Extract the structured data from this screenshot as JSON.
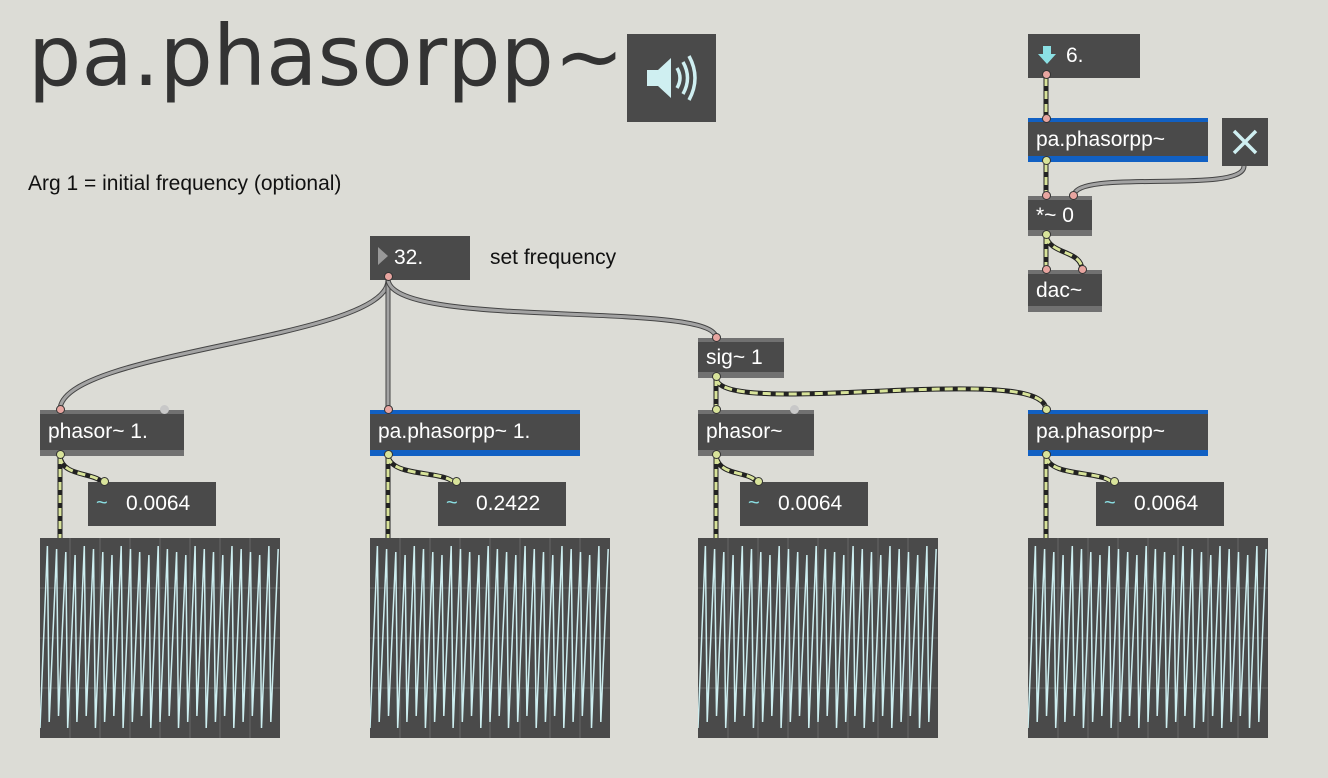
{
  "patcher": {
    "title": "pa.phasorpp~",
    "arg_comment": "Arg 1 = initial frequency (optional)",
    "set_freq_comment": "set frequency"
  },
  "controls": {
    "freq_number": "32.",
    "gain_number": "6."
  },
  "objects": {
    "phasor1": "phasor~ 1.",
    "pa_phasorpp1": "pa.phasorpp~ 1.",
    "sig1": "sig~ 1",
    "phasor_sig": "phasor~",
    "pa_phasorpp_sig": "pa.phasorpp~",
    "pa_phasorpp_audio": "pa.phasorpp~",
    "mul": "*~ 0",
    "dac": "dac~"
  },
  "number_tilde": {
    "n1": "0.0064",
    "n2": "0.2422",
    "n3": "0.0064",
    "n4": "0.0064"
  },
  "scope_cycles": {
    "s1": 26,
    "s2": 26,
    "s3": 26,
    "s4": 26
  },
  "colors": {
    "background": "#dcdcd6",
    "object": "#4a4a4a",
    "pa_stripe": "#1160c3",
    "waveform": "#cdeef0",
    "signal_cord": "#d8e39a",
    "control_cord": "#9a9a9a",
    "tilde_icon": "#8be0e4"
  },
  "icons": {
    "speaker": "speaker-icon",
    "toggle": "close-icon",
    "down_arrow": "down-arrow-icon",
    "triangle": "triangle-right-icon",
    "tilde": "tilde-icon"
  }
}
